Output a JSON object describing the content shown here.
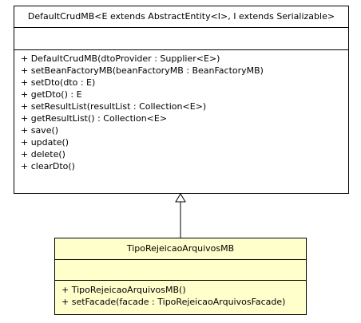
{
  "parent_class": {
    "name": "DefaultCrudMB<E extends AbstractEntity<I>, I extends Serializable>",
    "attributes": [],
    "operations": [
      "+ DefaultCrudMB(dtoProvider : Supplier<E>)",
      "+ setBeanFactoryMB(beanFactoryMB : BeanFactoryMB)",
      "+ setDto(dto : E)",
      "+ getDto() : E",
      "+ setResultList(resultList : Collection<E>)",
      "+ getResultList() : Collection<E>",
      "+ save()",
      "+ update()",
      "+ delete()",
      "+ clearDto()"
    ]
  },
  "child_class": {
    "name": "TipoRejeicaoArquivosMB",
    "attributes": [],
    "operations": [
      "+ TipoRejeicaoArquivosMB()",
      "+ setFacade(facade : TipoRejeicaoArquivosFacade)"
    ]
  },
  "relationship": {
    "type": "generalization",
    "from": "TipoRejeicaoArquivosMB",
    "to": "DefaultCrudMB"
  },
  "colors": {
    "child_fill": "#ffffcc",
    "parent_fill": "#ffffff",
    "line": "#000000"
  }
}
